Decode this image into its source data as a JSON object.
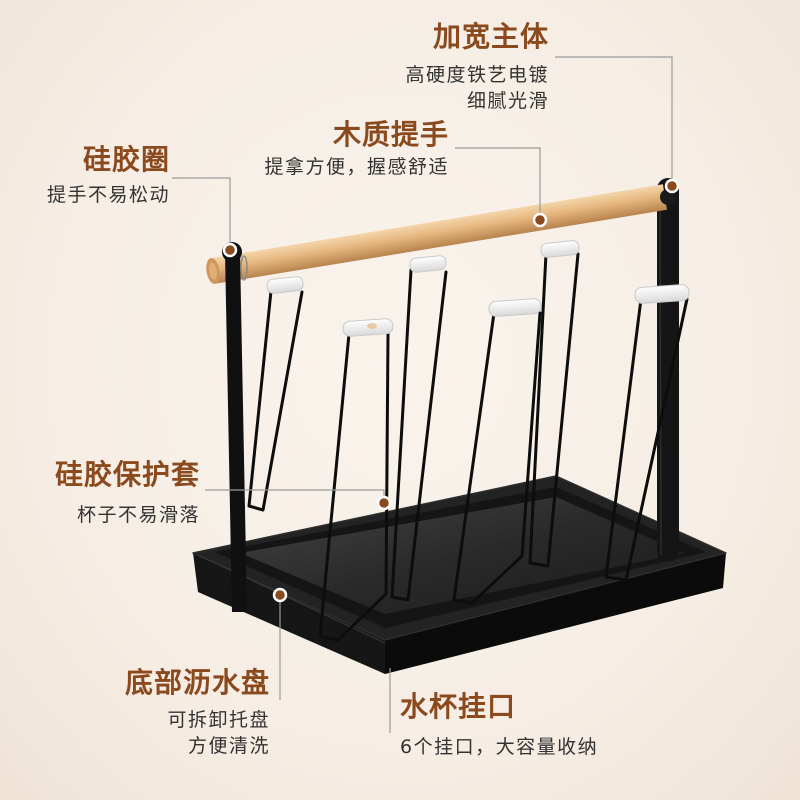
{
  "callouts": {
    "body": {
      "title": "加宽主体",
      "lines": [
        "高硬度铁艺电镀",
        "细腻光滑"
      ]
    },
    "handle": {
      "title": "木质提手",
      "lines": [
        "提拿方便，握感舒适"
      ]
    },
    "ring": {
      "title": "硅胶圈",
      "lines": [
        "提手不易松动"
      ]
    },
    "sleeve": {
      "title": "硅胶保护套",
      "lines": [
        "杯子不易滑落"
      ]
    },
    "tray": {
      "title": "底部沥水盘",
      "lines": [
        "可拆卸托盘",
        "方便清洗"
      ]
    },
    "hooks": {
      "title": "水杯挂口",
      "lines": [
        "6个挂口，大容量收纳"
      ]
    }
  },
  "colors": {
    "background": "#f6eee5",
    "heading": "#8b4a1e",
    "body_text": "#333333",
    "leader_line": "#9a9a9a",
    "callout_dot": "#8b4a1e",
    "wood": "#e5b67e",
    "metal": "#111111",
    "silicone": "#f2f2f2"
  }
}
